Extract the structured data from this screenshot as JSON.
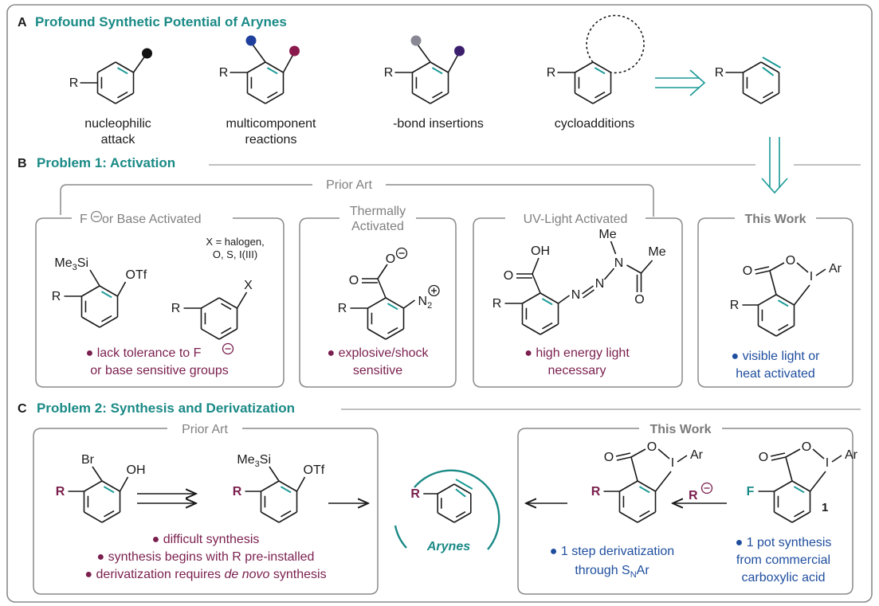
{
  "sectionA": {
    "letter": "A",
    "title": "Profound Synthetic Potential of Arynes",
    "captions": [
      "nucleophilic",
      "attack",
      "multicomponent",
      "reactions",
      "-bond insertions",
      "cycloadditions"
    ],
    "dot_colors": {
      "black": "#111111",
      "blue": "#1f3f9e",
      "maroon": "#8a1a4e",
      "grey": "#888894",
      "purple": "#3c1e6e"
    }
  },
  "sectionB": {
    "letter": "B",
    "title": "Problem 1: Activation",
    "prior_art": "Prior Art",
    "box1": {
      "title_pre": "F",
      "title_post": " or Base Activated",
      "x_note1": "X = halogen,",
      "x_note2": "O, S, I(III)",
      "bullet1": "● lack tolerance to F",
      "bullet2": "or base sensitive groups"
    },
    "box2": {
      "title1": "Thermally",
      "title2": "Activated",
      "bullet1": "● explosive/shock",
      "bullet2": "sensitive"
    },
    "box3": {
      "title": "UV-Light Activated",
      "bullet1": "● high energy light",
      "bullet2": "necessary"
    },
    "box4": {
      "title": "This Work",
      "bullet1": "● visible light or",
      "bullet2": "heat activated"
    }
  },
  "sectionC": {
    "letter": "C",
    "title": "Problem 2: Synthesis and Derivatization",
    "prior_art": "Prior Art",
    "this_work": "This Work",
    "left_bullets": [
      "● difficult synthesis",
      "● synthesis begins with R pre-installed",
      "● derivatization requires "
    ],
    "italic_phrase": "de novo",
    "synthesis_word": " synthesis",
    "arynes": "Arynes",
    "compound_number": "1",
    "right_bullet1": [
      "● 1 step derivatization",
      "through S",
      "N",
      "Ar"
    ],
    "right_bullet2": [
      "● 1 pot synthesis",
      "from commercial",
      "carboxylic acid"
    ]
  },
  "atoms": {
    "R": "R",
    "OTf": "OTf",
    "Me3Si": "Me",
    "Si": "Si",
    "three": "3",
    "Br": "Br",
    "OH": "OH",
    "X": "X",
    "O": "O",
    "N": "N",
    "two": "2",
    "I": "I",
    "Ar": "Ar",
    "Me": "Me",
    "F": "F",
    "plus": "+",
    "minus": "−"
  },
  "colors": {
    "teal": "#1a8a86",
    "maroon": "#7a1f4e",
    "blue": "#1f4e9e",
    "grey": "#808080"
  }
}
